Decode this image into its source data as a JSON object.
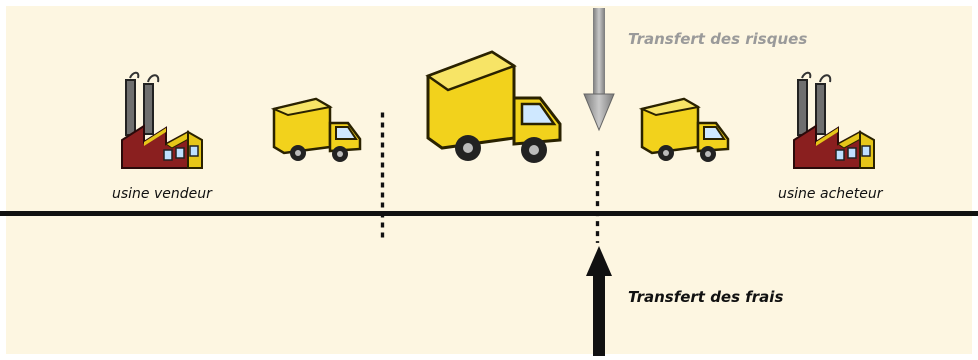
{
  "labels": {
    "seller_factory": "usine vendeur",
    "buyer_factory": "usine acheteur",
    "risk_transfer": "Transfert des risques",
    "cost_transfer": "Transfert des frais"
  },
  "colors": {
    "background": "#fdf6e1",
    "truck_body": "#f2d21c",
    "truck_outline": "#2a2200",
    "factory_brick": "#8a1f1f",
    "factory_roof": "#e6c619",
    "chimney": "#707070",
    "risk_arrow": "#9a9a9a",
    "cost_arrow": "#111111"
  },
  "icons": [
    "factory-icon",
    "truck-icon",
    "down-arrow",
    "up-arrow"
  ]
}
